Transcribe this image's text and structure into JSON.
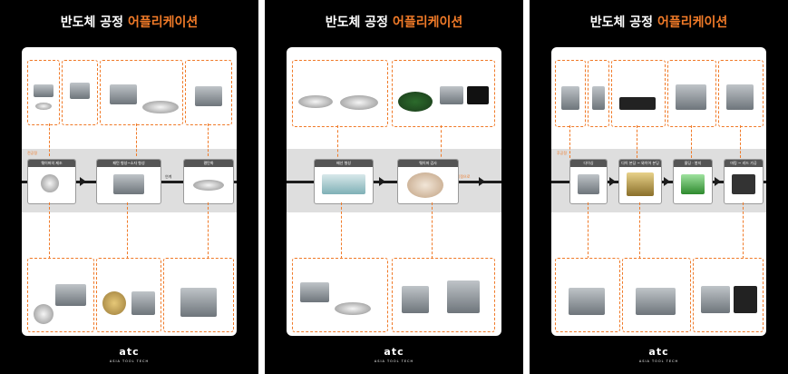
{
  "panels": [
    {
      "title_main": "반도체 공정",
      "title_accent": "어플리케이션",
      "section_label": "전공정",
      "edge_label": "연계",
      "processes": [
        {
          "label": "웨이퍼의 제조"
        },
        {
          "label": "패턴 형성~소자 형성"
        },
        {
          "label": "평탄화"
        }
      ]
    },
    {
      "title_main": "반도체 공정",
      "title_accent": "어플리케이션",
      "section_label": "",
      "edge_label": "후공정으로",
      "processes": [
        {
          "label": "배선 형성"
        },
        {
          "label": "웨이퍼 검사"
        }
      ]
    },
    {
      "title_main": "반도체 공정",
      "title_accent": "어플리케이션",
      "section_label": "후공정",
      "edge_label": "",
      "processes": [
        {
          "label": "다이싱"
        },
        {
          "label": "다이 본딩 ~ 와이어 본딩"
        },
        {
          "label": "몰딩 · 봉지"
        },
        {
          "label": "마킹 ~ 리드 가공"
        }
      ]
    }
  ],
  "logo": {
    "mark": "atc",
    "sub": "ASIA TOOL TECH"
  },
  "colors": {
    "accent": "#f07a28",
    "background": "#000000",
    "card": "#ffffff",
    "band": "#dedede"
  }
}
